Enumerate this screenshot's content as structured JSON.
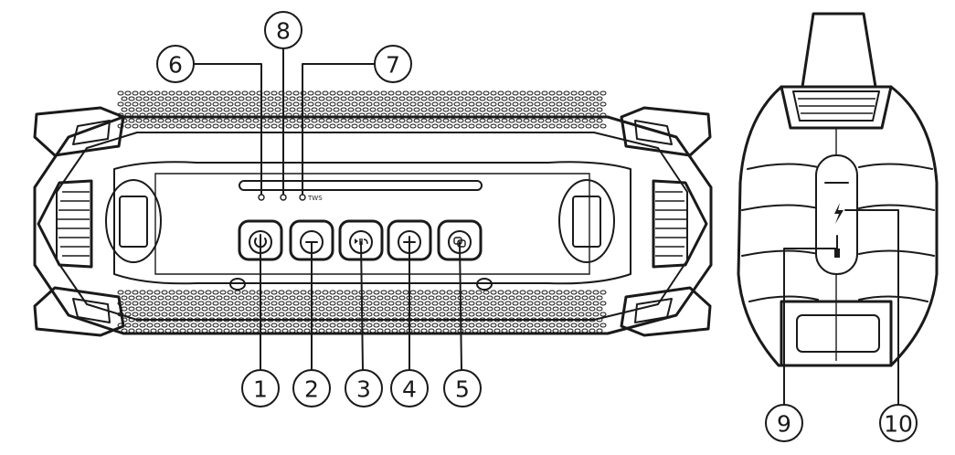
{
  "callouts": [
    {
      "id": 1,
      "label": "1"
    },
    {
      "id": 2,
      "label": "2"
    },
    {
      "id": 3,
      "label": "3"
    },
    {
      "id": 4,
      "label": "4"
    },
    {
      "id": 5,
      "label": "5"
    },
    {
      "id": 6,
      "label": "6"
    },
    {
      "id": 7,
      "label": "7"
    },
    {
      "id": 8,
      "label": "8"
    },
    {
      "id": 9,
      "label": "9"
    },
    {
      "id": 10,
      "label": "10"
    }
  ],
  "indicator_text": "TWS",
  "icons": {
    "button_1": "power-icon",
    "button_2": "minus-icon",
    "button_3": "play-pause-icon",
    "button_4": "plus-icon",
    "button_5": "mode-icon",
    "port_9": "aux-jack-icon",
    "port_10": "charging-bolt-icon"
  },
  "colors": {
    "line": "#1a1a1a",
    "background": "#ffffff"
  }
}
